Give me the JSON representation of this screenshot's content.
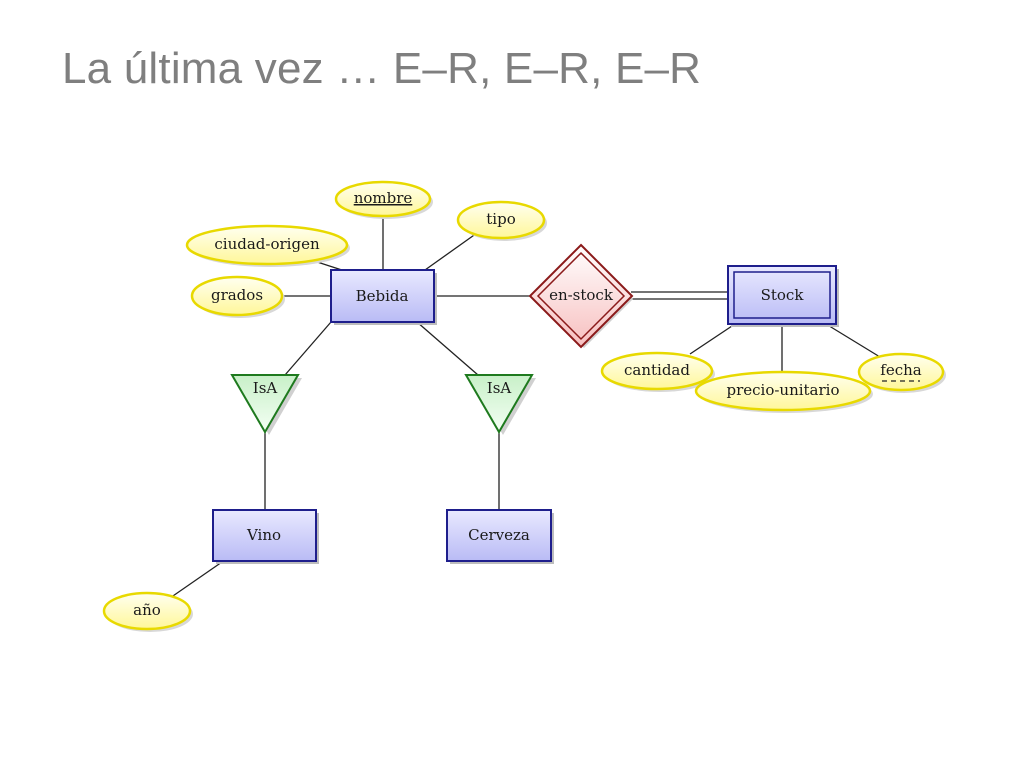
{
  "slide": {
    "title": "La última vez … E–R, E–R, E–R"
  },
  "diagram": {
    "entities": {
      "bebida": "Bebida",
      "vino": "Vino",
      "cerveza": "Cerveza",
      "stock": "Stock"
    },
    "relationships": {
      "en_stock": "en-stock"
    },
    "isa": {
      "left": "IsA",
      "right": "IsA"
    },
    "attributes": {
      "nombre": "nombre",
      "tipo": "tipo",
      "ciudad_origen": "ciudad-origen",
      "grados": "grados",
      "anio": "año",
      "cantidad": "cantidad",
      "precio_unitario": "precio-unitario",
      "fecha": "fecha"
    },
    "keys": {
      "nombre": "primary key (solid underline)",
      "fecha": "partial key (dashed underline)"
    },
    "colors": {
      "entity_fill": "#d4d5fb",
      "entity_stroke": "#1e1e8c",
      "attribute_fill": "#ffffb0",
      "attribute_stroke": "#e8d900",
      "relationship_fill": "#f9d2d2",
      "relationship_stroke": "#8b1a1a",
      "isa_fill": "#d9f7d9",
      "isa_stroke": "#1e7a1e"
    }
  }
}
